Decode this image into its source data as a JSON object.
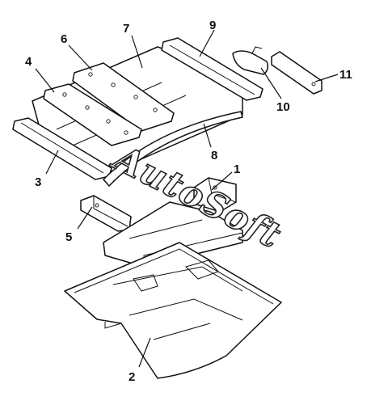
{
  "diagram": {
    "watermark": "AutoSoft",
    "callouts": [
      {
        "id": "1",
        "label": "1"
      },
      {
        "id": "2",
        "label": "2"
      },
      {
        "id": "3",
        "label": "3"
      },
      {
        "id": "4",
        "label": "4"
      },
      {
        "id": "5",
        "label": "5"
      },
      {
        "id": "6",
        "label": "6"
      },
      {
        "id": "7",
        "label": "7"
      },
      {
        "id": "8",
        "label": "8"
      },
      {
        "id": "9",
        "label": "9"
      },
      {
        "id": "10",
        "label": "10"
      },
      {
        "id": "11",
        "label": "11"
      }
    ]
  }
}
